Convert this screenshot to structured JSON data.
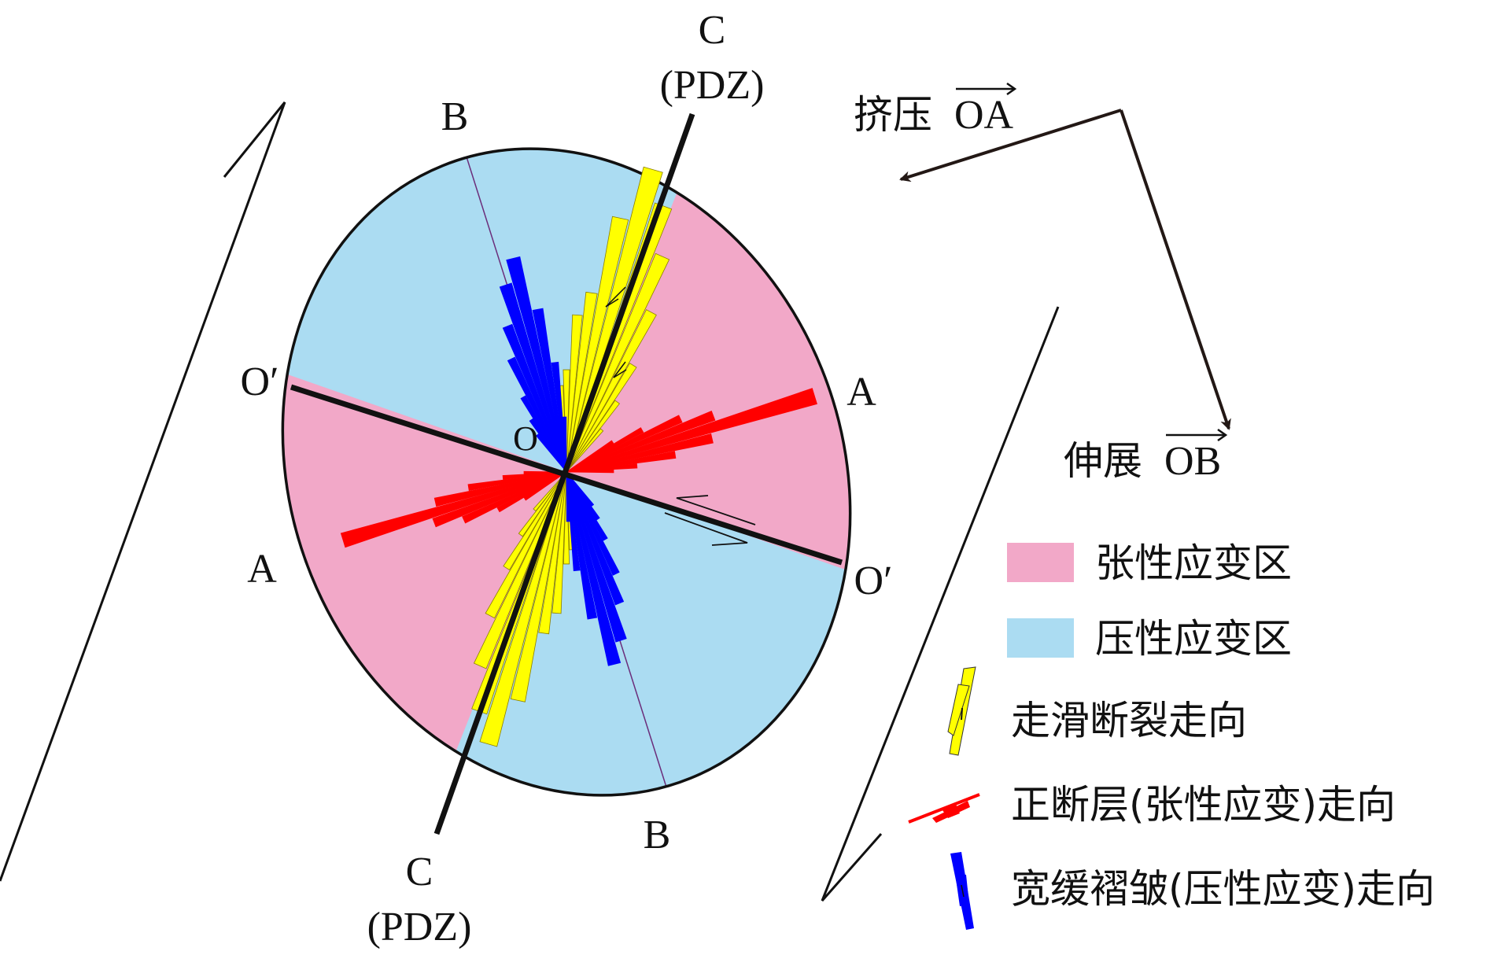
{
  "labels": {
    "c_top": "C",
    "pdz_top": "(PDZ)",
    "c_bottom": "C",
    "pdz_bottom": "(PDZ)",
    "b_top": "B",
    "b_bottom": "B",
    "a_right": "A",
    "a_left": "A",
    "o_prime_left": "O′",
    "o_prime_right": "O′",
    "center": "O"
  },
  "vectors": {
    "compression_text": "挤压",
    "compression_vec": "OA",
    "extension_text": "伸展",
    "extension_vec": "OB"
  },
  "legend": {
    "tension_zone": "张性应变区",
    "compression_zone": "压性应变区",
    "strike_slip": "走滑断裂走向",
    "normal_fault": "正断层(张性应变)走向",
    "fold": "宽缓褶皱(压性应变)走向"
  },
  "colors": {
    "tension_fill": "#f2a8c8",
    "compression_fill": "#abdcf2",
    "strike_slip": "#ffff00",
    "normal_fault": "#ff0000",
    "fold": "#0000ff"
  },
  "rose_petals": {
    "yellow": [
      {
        "angle": 16,
        "length": 400
      },
      {
        "angle": 20,
        "length": 360
      },
      {
        "angle": 24,
        "length": 300
      },
      {
        "angle": 12,
        "length": 330
      },
      {
        "angle": 8,
        "length": 230
      },
      {
        "angle": 4,
        "length": 200
      },
      {
        "angle": 28,
        "length": 230
      },
      {
        "angle": 32,
        "length": 160
      },
      {
        "angle": 0,
        "length": 130
      },
      {
        "angle": -4,
        "length": 110
      },
      {
        "angle": 36,
        "length": 110
      },
      {
        "angle": 40,
        "length": 70
      }
    ],
    "red": [
      {
        "angle": 73,
        "length": 330
      },
      {
        "angle": 69,
        "length": 200
      },
      {
        "angle": 65,
        "length": 160
      },
      {
        "angle": 77,
        "length": 190
      },
      {
        "angle": 81,
        "length": 140
      },
      {
        "angle": 61,
        "length": 110
      },
      {
        "angle": 57,
        "length": 70
      },
      {
        "angle": 85,
        "length": 90
      },
      {
        "angle": 89,
        "length": 60
      }
    ],
    "blue": [
      {
        "angle": -18,
        "length": 250
      },
      {
        "angle": -14,
        "length": 280
      },
      {
        "angle": -22,
        "length": 200
      },
      {
        "angle": -26,
        "length": 160
      },
      {
        "angle": -10,
        "length": 210
      },
      {
        "angle": -30,
        "length": 110
      },
      {
        "angle": -6,
        "length": 140
      },
      {
        "angle": -34,
        "length": 80
      },
      {
        "angle": -2,
        "length": 70
      },
      {
        "angle": -38,
        "length": 60
      }
    ]
  }
}
